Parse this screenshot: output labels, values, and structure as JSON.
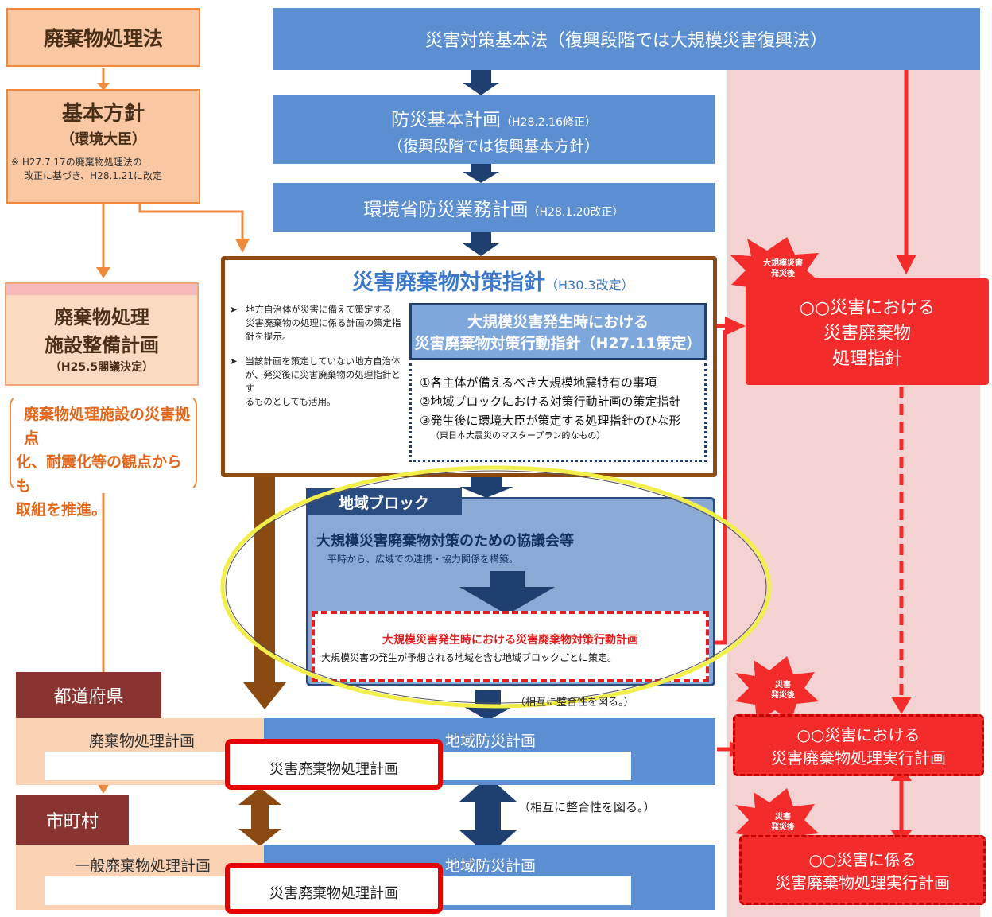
{
  "waste_law": "廃棄物処理法",
  "basic_policy": {
    "title": "基本方針",
    "subtitle": "（環境大臣）",
    "note_line1": "※ H27.7.17の廃棄物処理法の",
    "note_line2": "改正に基づき、H28.1.21に改定"
  },
  "facility_plan": {
    "title_line1": "廃棄物処理",
    "title_line2": "施設整備計画",
    "subtitle": "（H25.5閣議決定）"
  },
  "facility_note": {
    "line1": "廃棄物処理施設の災害拠点",
    "line2": "化、耐震化等の観点からも",
    "line3": "取組を推進。"
  },
  "disaster_law": "災害対策基本法（復興段階では大規模災害復興法）",
  "bousai_plan": {
    "title": "防災基本計画",
    "note": "（H28.2.16修正）",
    "line2": "（復興段階では復興基本方針）"
  },
  "moe_plan": {
    "title": "環境省防災業務計画",
    "note": "（H28.1.20改正）"
  },
  "guideline": {
    "title": "災害廃棄物対策指針",
    "note": "（H30.3改定）",
    "bullet1_line1": "地方自治体が災害に備えて策定する",
    "bullet1_line2": "災害廃棄物の処理に係る計画の策定指",
    "bullet1_line3": "針を提示。",
    "bullet2_line1": "当該計画を策定していない地方自治体",
    "bullet2_line2": "が、発災後に災害廃棄物の処理指針とす",
    "bullet2_line3": "るものとしても活用。"
  },
  "action_guideline": {
    "line1": "大規模災害発生時における",
    "line2": "災害廃棄物対策行動指針（H27.11策定）",
    "item1": "①各主体が備えるべき大規模地震特有の事項",
    "item2": "②地域ブロックにおける対策行動計画の策定指針",
    "item3": "③発生後に環境大臣が策定する処理指針のひな形",
    "item3_note": "（東日本大震災のマスタープラン的なもの）"
  },
  "region_block": {
    "tab": "地域ブロック",
    "title": "大規模災害廃棄物対策のための協議会等",
    "desc": "平時から、広域での連携・協力関係を構築。",
    "action_plan_title": "大規模災害発生時における災害廃棄物対策行動計画",
    "action_plan_desc": "大規模災害の発生が予想される地域を含む地域ブロックごとに策定。"
  },
  "mutual_top": "（相互に整合性を図る。）",
  "mutual_bottom": "（相互に整合性を図る。）",
  "prefecture": {
    "label": "都道府県",
    "waste_plan": "廃棄物処理計画",
    "disaster_plan": "災害廃棄物処理計画",
    "regional_plan": "地域防災計画"
  },
  "municipality": {
    "label": "市町村",
    "waste_plan": "一般廃棄物処理計画",
    "disaster_plan": "災害廃棄物処理計画",
    "regional_plan": "地域防災計画"
  },
  "burst1": {
    "line1": "大規模災害",
    "line2": "発災後"
  },
  "burst2": {
    "line1": "災害",
    "line2": "発災後"
  },
  "burst3": {
    "line1": "災害",
    "line2": "発災後"
  },
  "red_guideline": {
    "line1": "○○災害における",
    "line2": "災害廃棄物",
    "line3": "処理指針"
  },
  "red_exec_plan": {
    "line1": "○○災害における",
    "line2": "災害廃棄物処理実行計画"
  },
  "red_exec_plan2": {
    "line1": "○○災害に係る",
    "line2": "災害廃棄物処理実行計画"
  },
  "colors": {
    "orange": "#ef8a3c",
    "light_orange": "#f9c8a3",
    "blue": "#5b8fd2",
    "navy": "#1f3f70",
    "brown": "#8b4a12",
    "red": "#f42b2b",
    "pink": "#f5cdcd",
    "yellow": "#f2ee4a",
    "maroon": "#8a3431"
  }
}
